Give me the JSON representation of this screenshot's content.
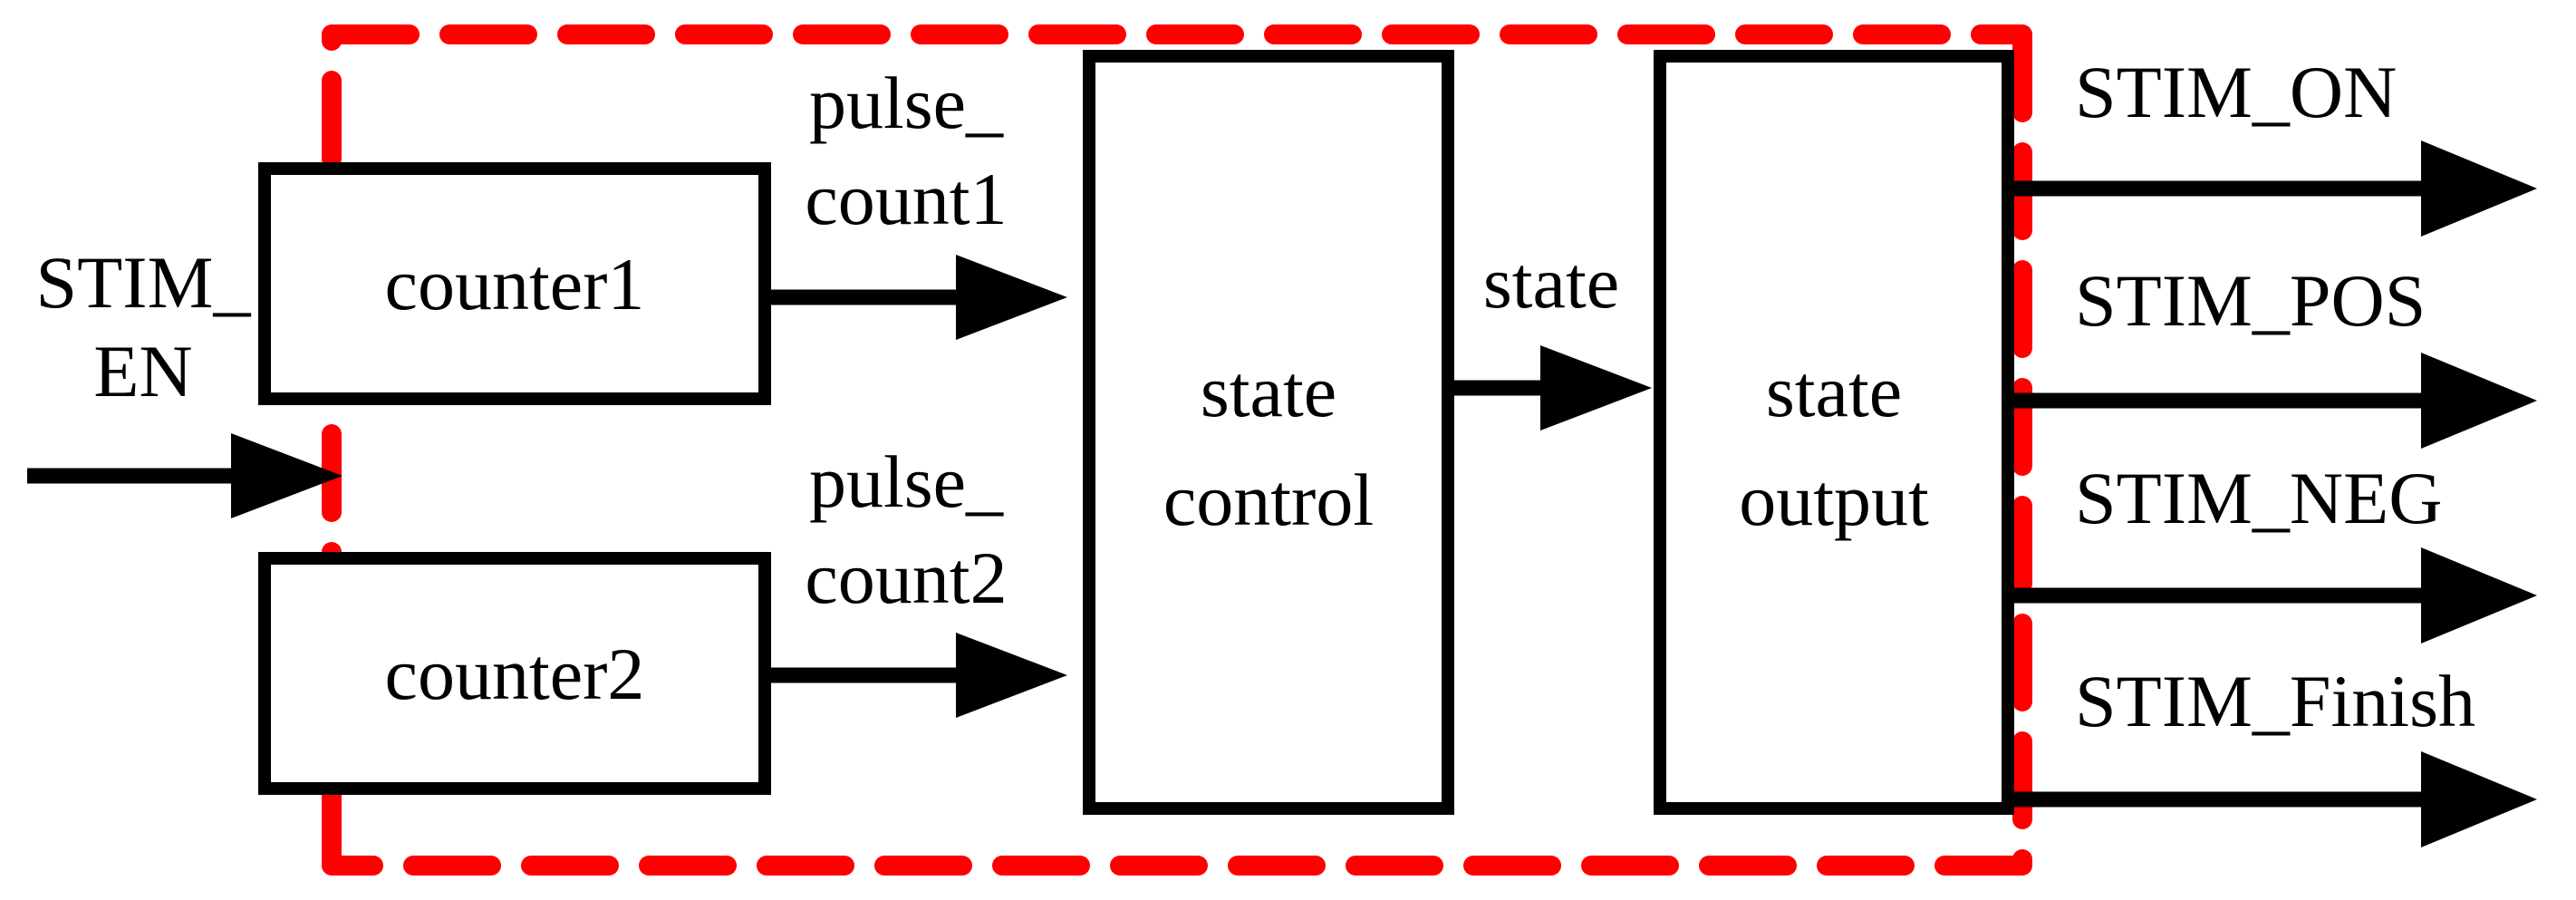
{
  "diagram": {
    "title": "Stimulation controller block diagram",
    "colors": {
      "boundary": "#ff0000",
      "line": "#000000",
      "block_fill": "#ffffff",
      "background": "#ffffff"
    },
    "boundary": {
      "style": "dashed",
      "label": "stimulation module boundary"
    },
    "inputs": [
      {
        "id": "stim-en",
        "line1": "STIM_",
        "line2": "EN",
        "full": "STIM_EN"
      }
    ],
    "blocks": [
      {
        "id": "counter1",
        "label": "counter1"
      },
      {
        "id": "counter2",
        "label": "counter2"
      },
      {
        "id": "state-control",
        "line1": "state",
        "line2": "control",
        "full": "state control"
      },
      {
        "id": "state-output",
        "line1": "state",
        "line2": "output",
        "full": "state output"
      }
    ],
    "signals": [
      {
        "id": "pulse-count1",
        "line1": "pulse_",
        "line2": "count1",
        "full": "pulse_count1"
      },
      {
        "id": "pulse-count2",
        "line1": "pulse_",
        "line2": "count2",
        "full": "pulse_count2"
      },
      {
        "id": "state",
        "label": "state"
      }
    ],
    "outputs": [
      {
        "id": "stim-on",
        "label": "STIM_ON"
      },
      {
        "id": "stim-pos",
        "label": "STIM_POS"
      },
      {
        "id": "stim-neg",
        "label": "STIM_NEG"
      },
      {
        "id": "stim-finish",
        "label": "STIM_Finish"
      }
    ]
  }
}
